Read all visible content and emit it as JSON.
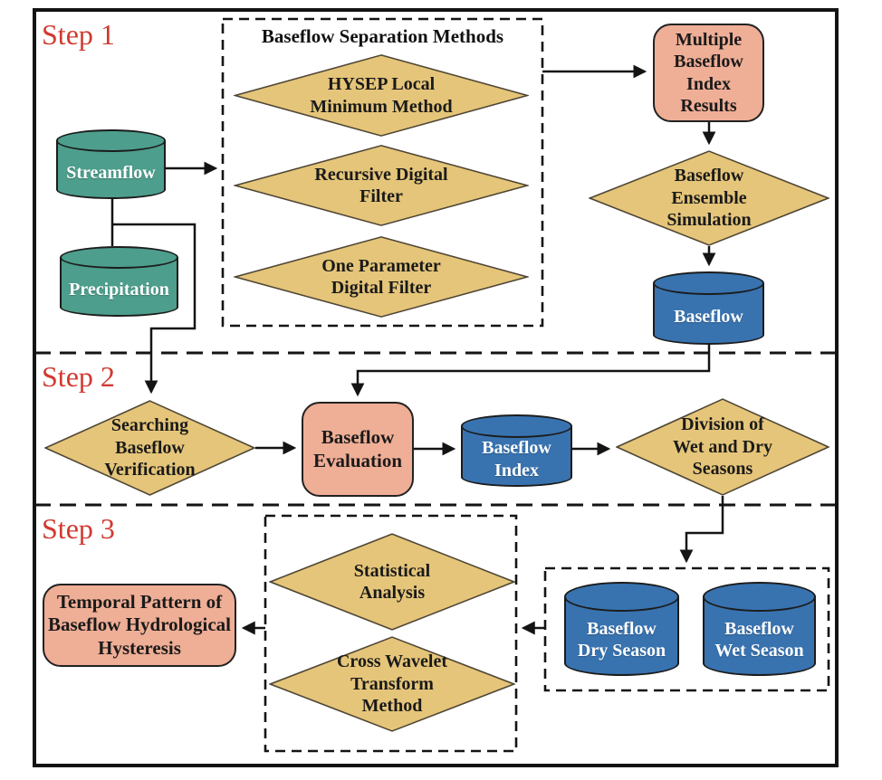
{
  "palette": {
    "teal": "#4d9e8c",
    "gold": "#e5c579",
    "salmon": "#efae96",
    "blue": "#3873b0",
    "red": "#d03a30",
    "line": "#141414"
  },
  "steps": {
    "step1": "Step 1",
    "step2": "Step 2",
    "step3": "Step 3"
  },
  "nodes": {
    "separation_title": "Baseflow Separation Methods",
    "streamflow": "Streamflow",
    "precipitation": "Precipitation",
    "hysep": "HYSEP Local\nMinimum Method",
    "recursive": "Recursive Digital\nFilter",
    "one_param": "One Parameter\nDigital Filter",
    "multi_results": "Multiple\nBaseflow\nIndex\nResults",
    "ensemble": "Baseflow\nEnsemble\nSimulation",
    "baseflow": "Baseflow",
    "searching": "Searching\nBaseflow\nVerification",
    "evaluation": "Baseflow\nEvaluation",
    "index": "Baseflow\nIndex",
    "division": "Division of\nWet and Dry\nSeasons",
    "statistical": "Statistical\nAnalysis",
    "wavelet": "Cross Wavelet\nTransform\nMethod",
    "temporal": "Temporal Pattern of\nBaseflow Hydrological\nHysteresis",
    "dry_season": "Baseflow\nDry Season",
    "wet_season": "Baseflow\nWet Season"
  }
}
